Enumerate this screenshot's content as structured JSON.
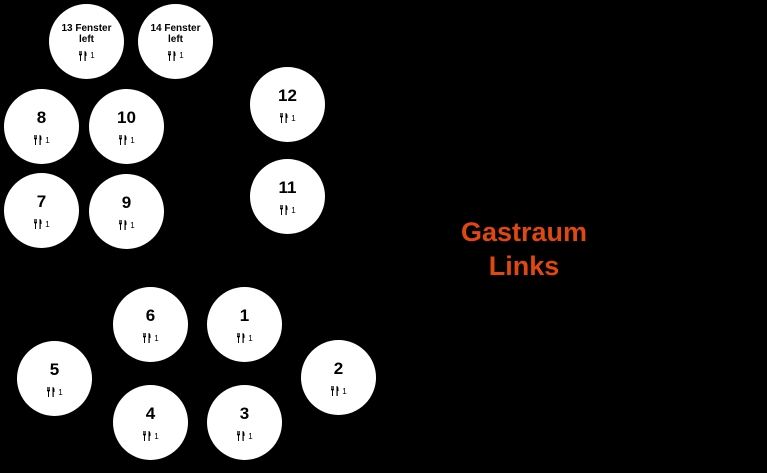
{
  "room": {
    "name_line1": "Gastraum",
    "name_line2": "Links",
    "label_color": "#e0480f"
  },
  "tables": [
    {
      "name": "13 Fenster left",
      "line1": "13 Fenster",
      "line2": "left",
      "seats": "1"
    },
    {
      "name": "14 Fenster left",
      "line1": "14 Fenster",
      "line2": "left",
      "seats": "1"
    },
    {
      "name": "8",
      "seats": "1"
    },
    {
      "name": "10",
      "seats": "1"
    },
    {
      "name": "12",
      "seats": "1"
    },
    {
      "name": "7",
      "seats": "1"
    },
    {
      "name": "9",
      "seats": "1"
    },
    {
      "name": "11",
      "seats": "1"
    },
    {
      "name": "6",
      "seats": "1"
    },
    {
      "name": "1",
      "seats": "1"
    },
    {
      "name": "5",
      "seats": "1"
    },
    {
      "name": "2",
      "seats": "1"
    },
    {
      "name": "4",
      "seats": "1"
    },
    {
      "name": "3",
      "seats": "1"
    }
  ],
  "icons": {
    "seats": "cutlery-icon"
  }
}
